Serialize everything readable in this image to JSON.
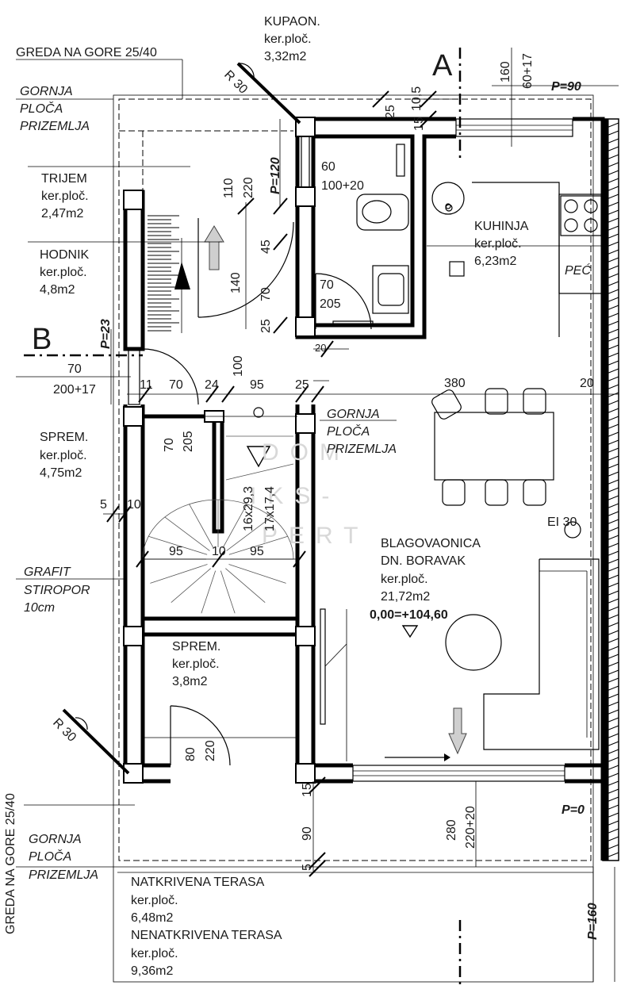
{
  "axes": {
    "a": "A",
    "b": "B"
  },
  "rooms": {
    "kupaona": {
      "name": "KUPAON.",
      "area_label": "ker.ploč.",
      "area": "3,32m2"
    },
    "trijem": {
      "name": "TRIJEM",
      "area_label": "ker.ploč.",
      "area": "2,47m2"
    },
    "hodnik": {
      "name": "HODNIK",
      "area_label": "ker.ploč.",
      "area": "4,8m2"
    },
    "kuhinja": {
      "name": "KUHINJA",
      "area_label": "ker.ploč.",
      "area": "6,23m2"
    },
    "sprem1": {
      "name": "SPREM.",
      "area_label": "ker.ploč.",
      "area": "4,75m2"
    },
    "blagovaonica": {
      "name1": "BLAGOVAONICA",
      "name2": "DN. BORAVAK",
      "area_label": "ker.ploč.",
      "area": "21,72m2",
      "level": "0,00=+104,60"
    },
    "sprem2": {
      "name": "SPREM.",
      "area_label": "ker.ploč.",
      "area": "3,8m2"
    },
    "natkrivena": {
      "name": "NATKRIVENA TERASA",
      "area_label": "ker.ploč.",
      "area": "6,48m2"
    },
    "nenatkrivena": {
      "name": "NENATKRIVENA TERASA",
      "area_label": "ker.ploč.",
      "area": "9,36m2"
    }
  },
  "notes": {
    "greda_top": "GREDA NA GORE 25/40",
    "greda_left": "GREDA NA GORE 25/40",
    "gornja_1": [
      "GORNJA",
      "PLOČA",
      "PRIZEMLJA"
    ],
    "gornja_2": [
      "GORNJA",
      "PLOČA",
      "PRIZEMLJA"
    ],
    "gornja_3": [
      "GORNJA",
      "PLOČA",
      "PRIZEMLJA"
    ],
    "grafit": [
      "GRAFIT",
      "STIROPOR",
      "10cm"
    ],
    "pec": "PEĆ",
    "stair": "16x29,3",
    "stair2": "17x17,4",
    "ei30": "EI 30",
    "r30_top": "R 30",
    "r30_bottom": "R 30",
    "watermark1": "DOM",
    "watermark2": "IKS-",
    "watermark3": "PERT"
  },
  "dims": {
    "p90": "P=90",
    "p120": "P=120",
    "p23": "P=23",
    "p0": "P=0",
    "p160": "P=160",
    "d160": "160",
    "d60_17": "60+17",
    "d25a": "25",
    "d15": "15",
    "d10_5": "10,5",
    "d110": "110",
    "d220a": "220",
    "d60": "60",
    "d100_20": "100+20",
    "d45": "45",
    "d140": "140",
    "d70a": "70",
    "d25b": "25",
    "d70_205_a": "70",
    "d205a": "205",
    "d20": "20",
    "d380": "380",
    "d20b": "20",
    "d70b": "70",
    "d200_17": "200+17",
    "d11": "11",
    "d70c": "70",
    "d24": "24",
    "d95a": "95",
    "d25c": "25",
    "d100": "100",
    "d70d": "70",
    "d205b": "205",
    "d5": "5",
    "d10a": "10",
    "d95b": "95",
    "d10b": "10",
    "d95c": "95",
    "d80": "80",
    "d220b": "220",
    "d15b": "15",
    "d90": "90",
    "d5b": "5",
    "d280": "280",
    "d220_20": "220+20"
  }
}
